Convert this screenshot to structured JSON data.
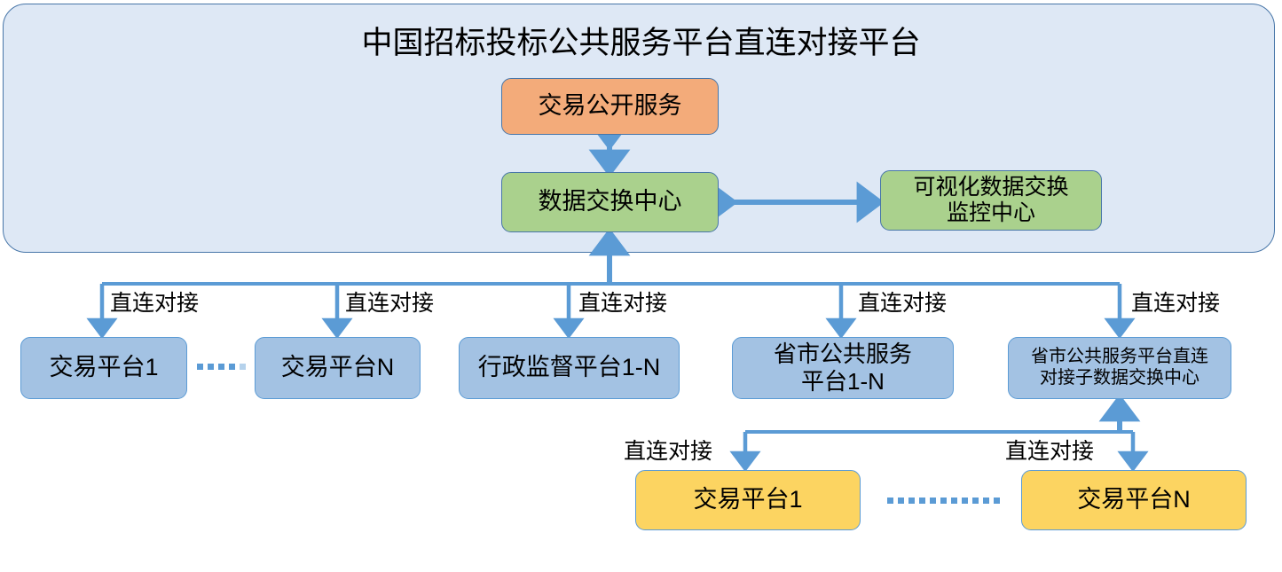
{
  "diagram": {
    "title": "中国招标投标公共服务平台直连对接平台",
    "colors": {
      "panel_fill": "#DEE8F5",
      "panel_stroke": "#4876A8",
      "orange": "#F3AB7A",
      "green": "#AAD18D",
      "blue": "#A3C2E3",
      "yellow": "#FCD461",
      "connector": "#5B9BD5"
    },
    "platform_panel": {
      "title": "中国招标投标公共服务平台直连对接平台",
      "nodes": {
        "public_service": "交易公开服务",
        "exchange_center": "数据交换中心",
        "monitor_center": "可视化数据交换\n监控中心",
        "monitor_center_line1": "可视化数据交换",
        "monitor_center_line2": "监控中心"
      }
    },
    "tier2": {
      "edge_labels": [
        "直连对接",
        "直连对接",
        "直连对接",
        "直连对接",
        "直连对接"
      ],
      "nodes": [
        {
          "label": "交易平台1",
          "lines": [
            "交易平台1"
          ]
        },
        {
          "label": "交易平台N",
          "lines": [
            "交易平台N"
          ]
        },
        {
          "label": "行政监督平台1-N",
          "lines": [
            "行政监督平台1-N"
          ]
        },
        {
          "label": "省市公共服务平台1-N",
          "lines": [
            "省市公共服务",
            "平台1-N"
          ]
        },
        {
          "label": "省市公共服务平台直连对接子数据交换中心",
          "lines": [
            "省市公共服务平台直连",
            "对接子数据交换中心"
          ]
        }
      ]
    },
    "tier3": {
      "edge_labels": [
        "直连对接",
        "直连对接"
      ],
      "nodes": [
        {
          "label": "交易平台1"
        },
        {
          "label": "交易平台N"
        }
      ]
    }
  }
}
